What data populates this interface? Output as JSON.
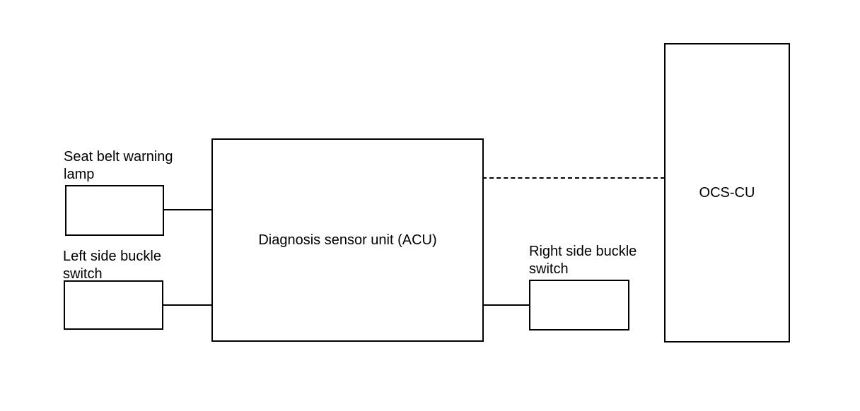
{
  "canvas": {
    "background": "#ffffff",
    "stroke_color": "#000000",
    "text_color": "#000000"
  },
  "blocks": {
    "seat_belt_warning_lamp": {
      "label": "Seat belt warning lamp"
    },
    "left_side_buckle_switch": {
      "label": "Left side buckle switch"
    },
    "diagnosis_sensor_unit": {
      "label": "Diagnosis sensor unit (ACU)"
    },
    "right_side_buckle_switch": {
      "label": "Right side buckle switch"
    },
    "ocs_cu": {
      "label": "OCS-CU"
    }
  },
  "connections": [
    {
      "from": "seat_belt_warning_lamp",
      "to": "diagnosis_sensor_unit",
      "style": "solid"
    },
    {
      "from": "left_side_buckle_switch",
      "to": "diagnosis_sensor_unit",
      "style": "solid"
    },
    {
      "from": "diagnosis_sensor_unit",
      "to": "right_side_buckle_switch",
      "style": "solid"
    },
    {
      "from": "diagnosis_sensor_unit",
      "to": "ocs_cu",
      "style": "dashed"
    }
  ]
}
